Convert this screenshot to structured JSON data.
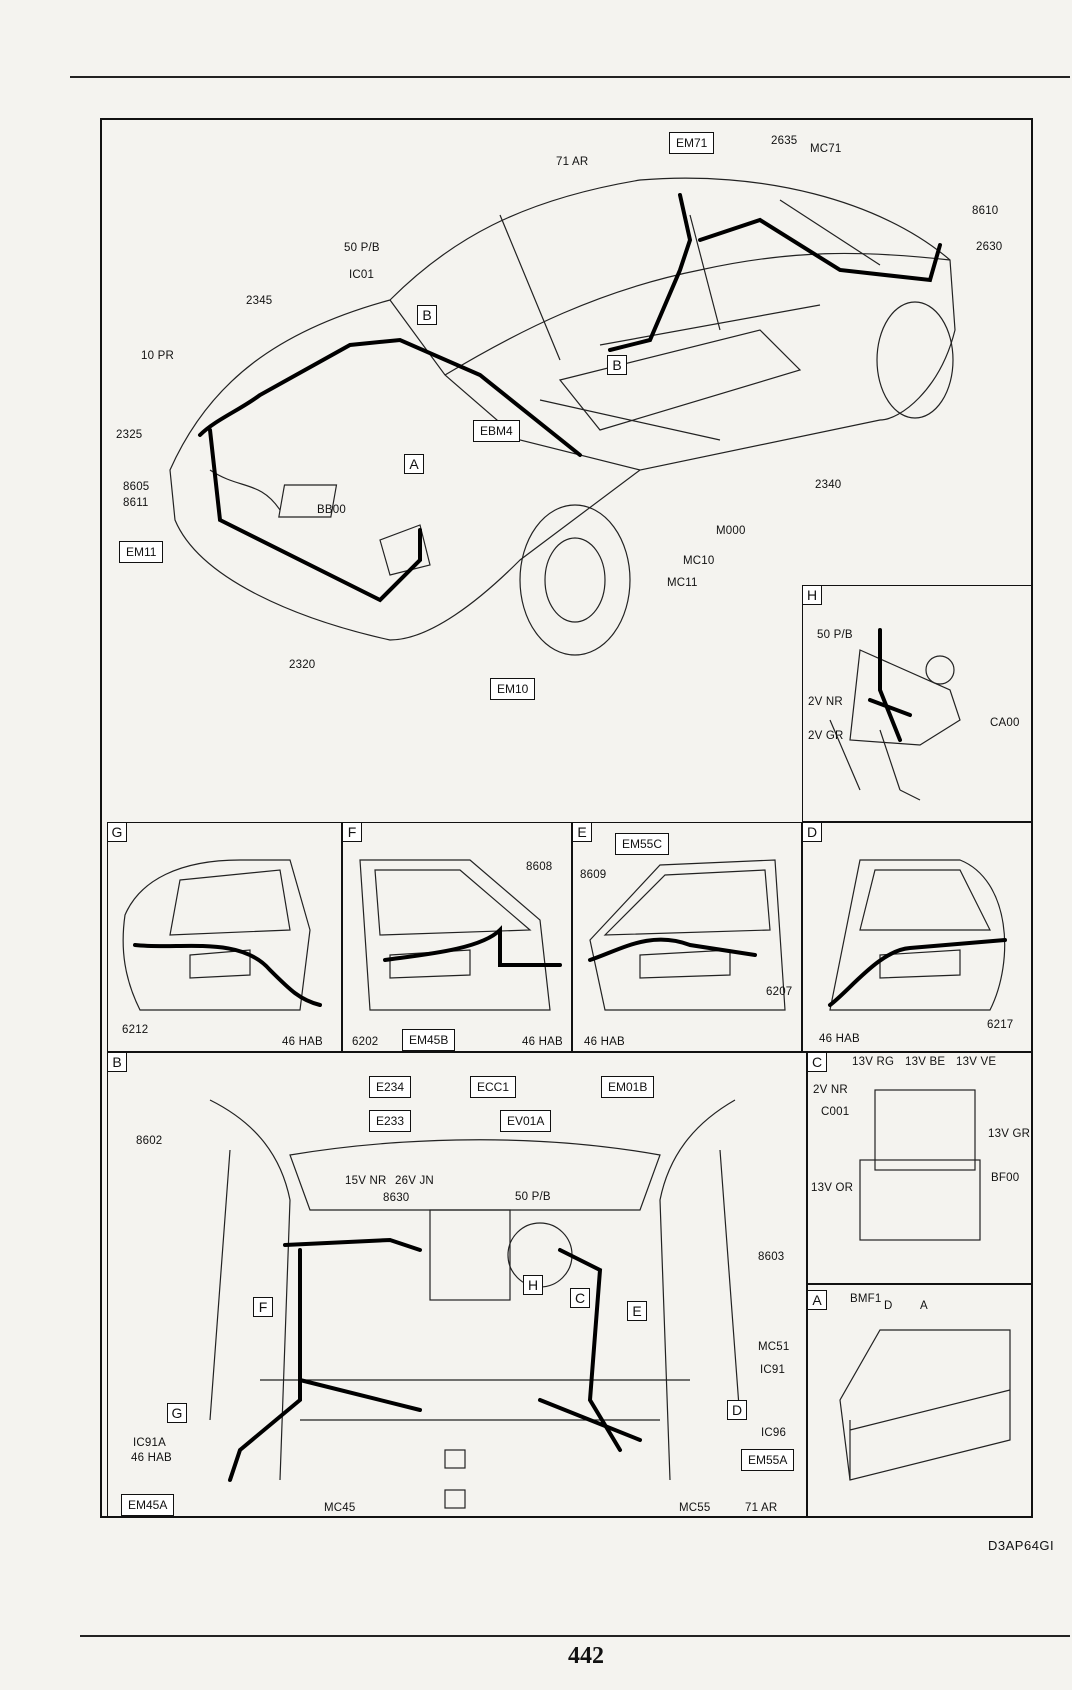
{
  "page_number": "442",
  "figure_ref": "D3AP64GI",
  "main_view": {
    "labels": {
      "em71": "EM71",
      "n2635": "2635",
      "mc71": "MC71",
      "ar71": "71 AR",
      "n8610": "8610",
      "n2630": "2630",
      "pb50": "50 P/B",
      "ic01": "IC01",
      "n2345": "2345",
      "pr10": "10 PR",
      "n2325": "2325",
      "n8605": "8605",
      "n8611": "8611",
      "em11": "EM11",
      "ebm4": "EBM4",
      "a": "A",
      "b1": "B",
      "b2": "B",
      "bb00": "BB00",
      "n2340": "2340",
      "m000": "M000",
      "mc10": "MC10",
      "mc11": "MC11",
      "n2320": "2320",
      "em10": "EM10"
    }
  },
  "panel_h": {
    "letter": "H",
    "labels": {
      "pb50": "50 P/B",
      "nr2v": "2V NR",
      "gr2v": "2V GR",
      "ca00": "CA00"
    }
  },
  "panel_g": {
    "letter": "G",
    "labels": {
      "n6212": "6212",
      "hab46": "46 HAB"
    }
  },
  "panel_f": {
    "letter": "F",
    "labels": {
      "n8608": "8608",
      "n6202": "6202",
      "em45b": "EM45B",
      "hab46": "46 HAB"
    }
  },
  "panel_e": {
    "letter": "E",
    "labels": {
      "em55c": "EM55C",
      "n8609": "8609",
      "n6207": "6207",
      "hab46": "46 HAB"
    }
  },
  "panel_d": {
    "letter": "D",
    "labels": {
      "n6217": "6217",
      "hab46": "46 HAB"
    }
  },
  "panel_b": {
    "letter": "B",
    "labels": {
      "e234": "E234",
      "ecc1": "ECC1",
      "em01b": "EM01B",
      "e233": "E233",
      "ev01a": "EV01A",
      "n8602": "8602",
      "nr15v": "15V NR",
      "jn26v": "26V JN",
      "n8630": "8630",
      "pb50": "50 P/B",
      "n8603": "8603",
      "h": "H",
      "c": "C",
      "f": "F",
      "e": "E",
      "mc51": "MC51",
      "ic91": "IC91",
      "g": "G",
      "d": "D",
      "ic91a": "IC91A",
      "hab46": "46 HAB",
      "ic96": "IC96",
      "em55a": "EM55A",
      "em45a": "EM45A",
      "mc45": "MC45",
      "mc55": "MC55",
      "ar71": "71 AR"
    }
  },
  "panel_c": {
    "letter": "C",
    "labels": {
      "rg13v": "13V RG",
      "be13v": "13V BE",
      "ve13v": "13V VE",
      "nr2v": "2V NR",
      "c001": "C001",
      "gr13v": "13V GR",
      "bf00": "BF00",
      "or13v": "13V OR"
    }
  },
  "panel_a": {
    "letter": "A",
    "labels": {
      "bmf1": "BMF1",
      "d": "D",
      "a": "A"
    }
  }
}
